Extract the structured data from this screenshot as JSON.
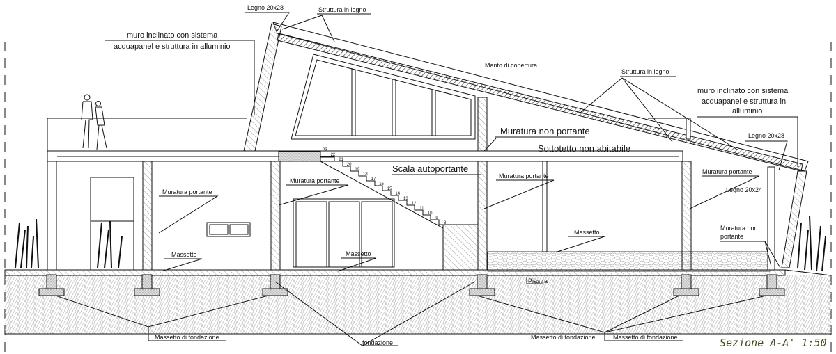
{
  "title": "Sezione A-A' 1:50",
  "labels": {
    "legno_top": "Legno 20x28",
    "struttura_top": "Struttura in legno",
    "muro_left_1": "muro inclinato con sistema",
    "muro_left_2": "acquapanel e struttura in alluminio",
    "manto": "Manto di copertura",
    "struttura_right": "Struttura in legno",
    "muro_right_1": "muro inclinato con sistema",
    "muro_right_2": "acquapanel e struttura in",
    "muro_right_3": "alluminio",
    "muratura_non_portante": "Muratura non portante",
    "legno_right": "Legno 20x28",
    "sottotetto": "Sottotetto non abitabile",
    "scala": "Scala autoportante",
    "muratura_portante_1": "Muratura portante",
    "muratura_portante_2": "Muratura portante",
    "muratura_portante_3": "Muratura portante",
    "muratura_portante_4": "Muratura portante",
    "legno_20x24": "Legno 20x24",
    "muratura_non_portante_small_1": "Muratura non",
    "muratura_non_portante_small_2": "portante",
    "massetto_1": "Massetto",
    "massetto_2": "Massetto",
    "massetto_3": "Massetto",
    "piastra": "Piastra",
    "massetto_fond_1": "Massetto di fondazione",
    "fondazione": "fondazione",
    "massetto_fond_2": "Massetto di fondazione",
    "massetto_fond_3": "Massetto di fondazione"
  },
  "stair_steps": [
    "23",
    "22",
    "21",
    "20",
    "19",
    "18",
    "17",
    "16",
    "15",
    "14",
    "13",
    "12",
    "11",
    "10",
    "9",
    "8"
  ],
  "colors": {
    "ink": "#111111",
    "title": "#3d4a1c",
    "hatch": "#555555"
  }
}
